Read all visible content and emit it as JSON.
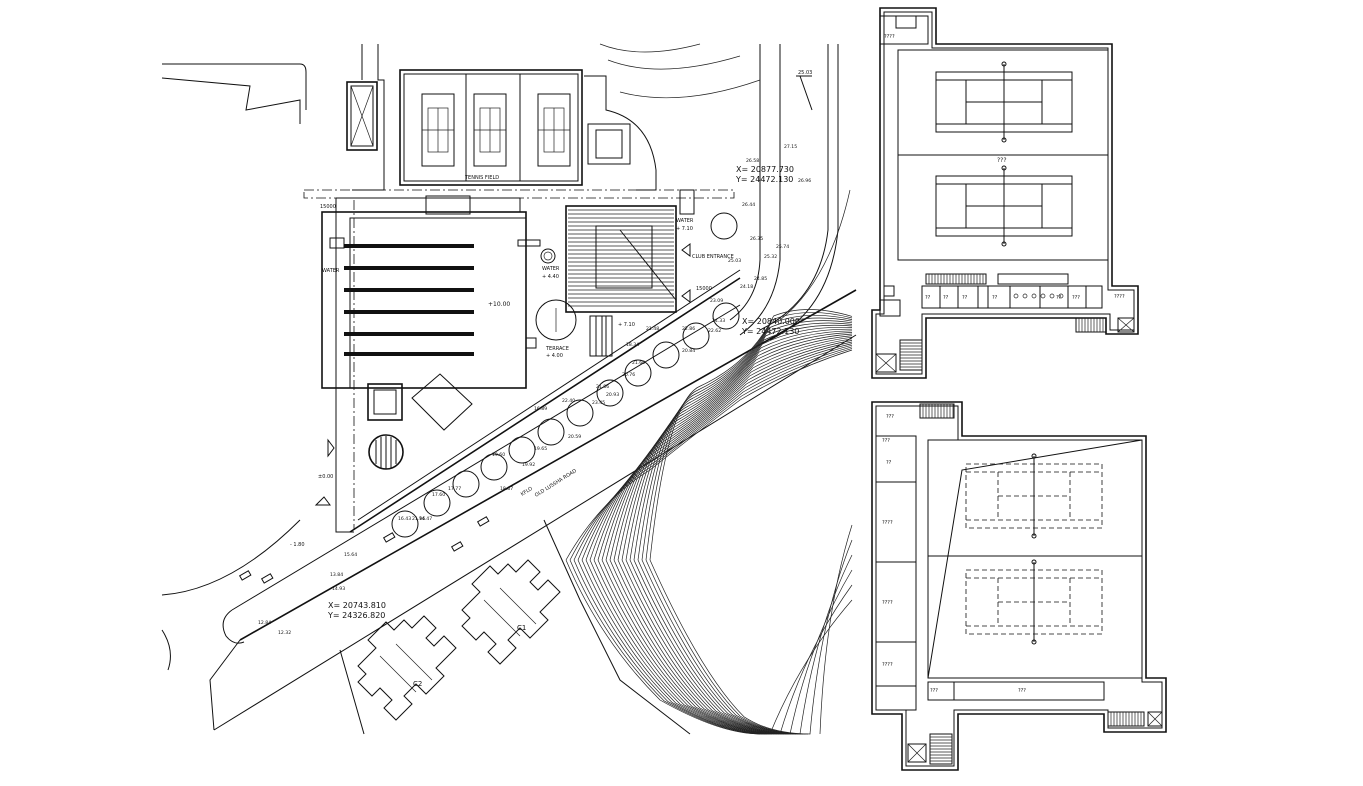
{
  "site_plan": {
    "tennis_field_label": "TENNIS FIELD",
    "club_entrance_label": "CLUB ENTRANCE",
    "water_label_1": "WATER",
    "water_label_1_level": "+ 7.10",
    "water_label_2": "WATER",
    "water_label_2_level": "+ 4.40",
    "water_label_3": "WATER",
    "pool_level": "+10.00",
    "terrace_label": "TERRACE",
    "terrace_level": "+ 4.00",
    "level_710": "+ 7.10",
    "level_zero": "±0.00",
    "level_neg": "- 1.80",
    "road_name": "OLD LUSSHA ROAD",
    "road_code": "KFLO",
    "coord_top_x": "X= 20877.730",
    "coord_top_y": "Y= 24472.130",
    "coord_mid_x": "X= 20840.000",
    "coord_mid_y": "Y= 24472.130",
    "coord_bot_x": "X= 20743.810",
    "coord_bot_y": "Y= 24326.820",
    "building_c1": "C1",
    "building_c2": "C2",
    "dim_15000_a": "15000",
    "dim_15000_b": "15000",
    "spot_levels": [
      "27.15",
      "26.96",
      "26.58",
      "26.44",
      "26.35",
      "25.74",
      "25.32",
      "25.03",
      "24.85",
      "24.18",
      "23.09",
      "22.86",
      "22.62",
      "21.60",
      "21.86",
      "20.93",
      "20.59",
      "19.60",
      "18.87",
      "17.77",
      "17.60",
      "16.43",
      "15.64",
      "14.93",
      "13.84",
      "12.84",
      "19.65",
      "21.48",
      "18.34",
      "20.76",
      "16.89",
      "19.92",
      "22.40",
      "23.45",
      "14.47",
      "21.96",
      "20.84",
      "24.33",
      "12.32"
    ],
    "road_tag": "25.03"
  },
  "top_plan": {
    "court_label": "???",
    "room_labels": [
      "??",
      "??",
      "??",
      "??",
      "??",
      "???",
      "????"
    ],
    "corner_label": "????"
  },
  "bottom_plan": {
    "room_labels": [
      "???",
      "??",
      "????",
      "????",
      "????"
    ],
    "bottom_room_labels": [
      "???",
      "???"
    ],
    "stair_label": "???"
  }
}
